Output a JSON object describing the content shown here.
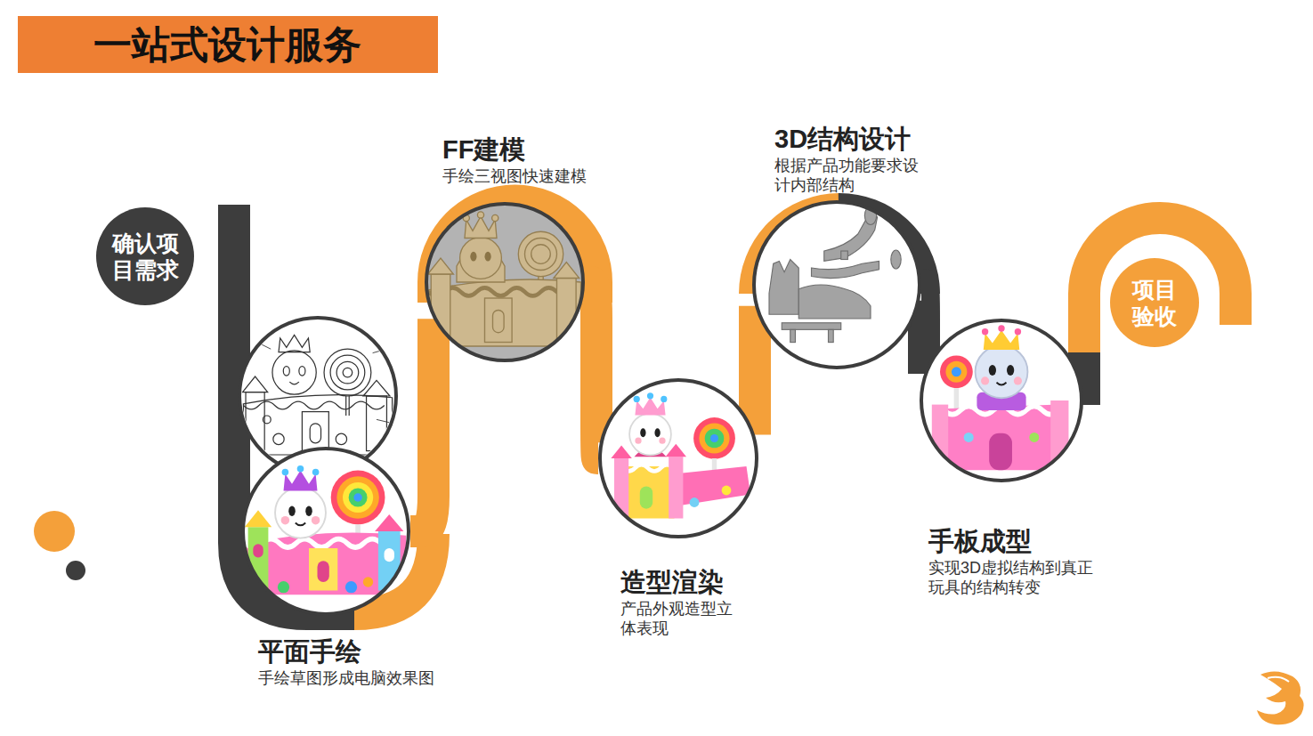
{
  "diagram": {
    "title": "一站式设计服务",
    "nodes": [
      {
        "text": [
          "确认项 目需求"
        ]
      },
      {
        "text": [
          "平面手绘",
          "手绘草图形成电脑效果图"
        ]
      },
      {
        "text": [
          "FF建模",
          "手绘三视图快速建模"
        ]
      },
      {
        "text": [
          "造型渲染",
          "产品外观造型立 体表现"
        ]
      },
      {
        "text": [
          "3D结构设计",
          "根据产品功能要求设 计内部结构"
        ]
      },
      {
        "text": [
          "手板成型",
          "实现3D虚拟结构到真正 玩具的结构转变"
        ]
      },
      {
        "text": [
          "项目 验收"
        ]
      }
    ],
    "edges": [
      {
        "from": 1,
        "to": 2,
        "arrow": "none"
      },
      {
        "from": 2,
        "to": 3,
        "arrow": "none"
      },
      {
        "from": 3,
        "to": 4,
        "arrow": "none"
      },
      {
        "from": 4,
        "to": 5,
        "arrow": "none"
      }
    ]
  }
}
